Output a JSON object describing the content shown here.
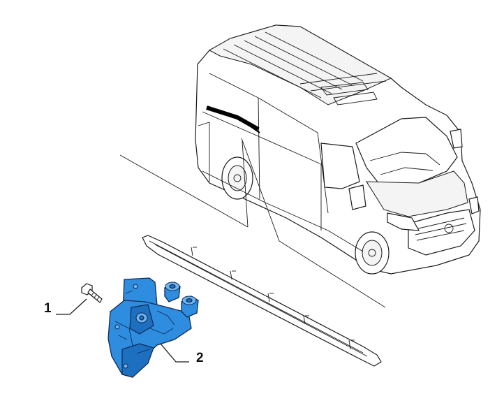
{
  "callouts": [
    {
      "number": "1",
      "part": "bolt"
    },
    {
      "number": "2",
      "part": "hinge-roller-bracket"
    }
  ],
  "colors": {
    "highlight_part": "#2f8de0",
    "line_art": "#1a1a1a",
    "background": "#ffffff"
  }
}
